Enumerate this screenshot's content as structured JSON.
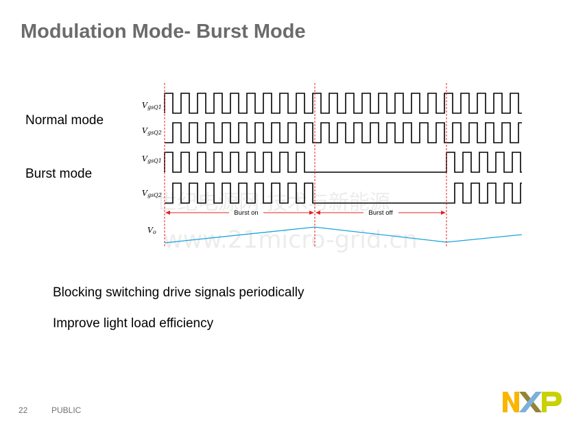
{
  "title": "Modulation Mode- Burst Mode",
  "labels": {
    "normal_mode": "Normal mode",
    "burst_mode": "Burst mode"
  },
  "signals": [
    {
      "main": "V",
      "sub": "gsQ1"
    },
    {
      "main": "V",
      "sub": "gsQ2"
    },
    {
      "main": "V",
      "sub": "gsQ1"
    },
    {
      "main": "V",
      "sub": "gsQ2"
    },
    {
      "main": "V",
      "sub": "o"
    }
  ],
  "intervals": {
    "burst_on": "Burst on",
    "burst_off": "Burst off"
  },
  "bullets": [
    "Blocking switching drive signals periodically",
    "Improve light load efficiency"
  ],
  "footer": {
    "page_number": "22",
    "classification": "PUBLIC"
  },
  "watermark": {
    "line1": "世纪电源网-技术与新能源",
    "line2": "www.21micro-grid.cn"
  },
  "logo": {
    "text": "NXP",
    "colors": {
      "n": "#f9b500",
      "x_left": "#958437",
      "x_right": "#7bb1db",
      "p": "#c9d200"
    }
  },
  "colors": {
    "marker": "#e52020",
    "ramp": "#1aa3dd",
    "trace": "#000000"
  }
}
